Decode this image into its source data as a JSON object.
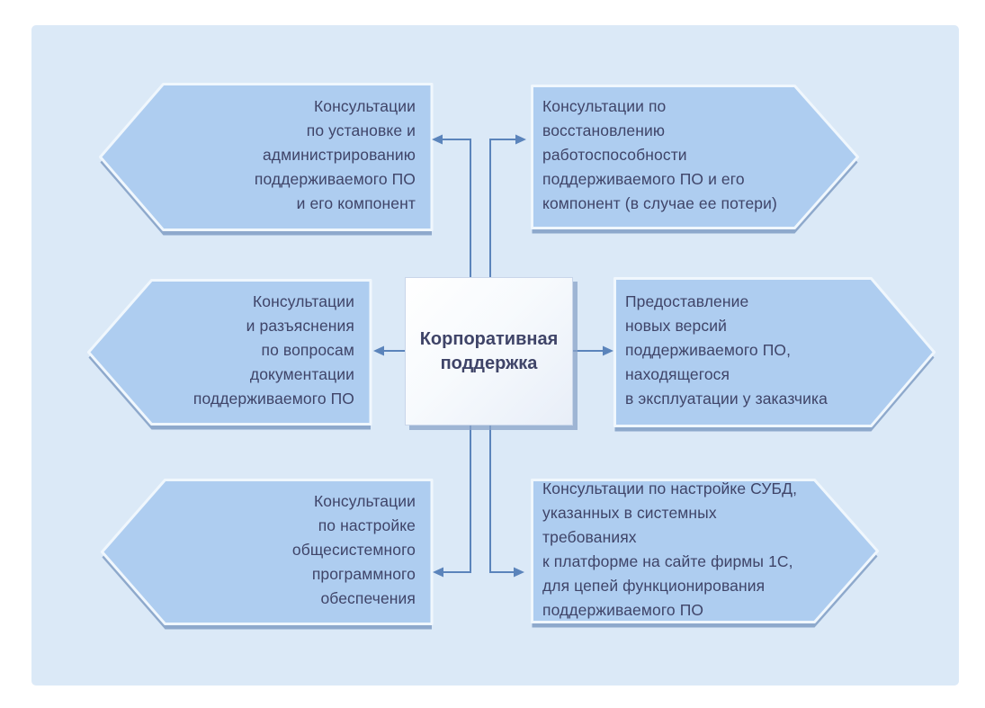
{
  "diagram": {
    "title_node": {
      "label": "Корпоративная\nподдержка"
    },
    "nodes": {
      "top_left": {
        "label": "Консультации\nпо установке и\nадминистрированию\nподдерживаемого ПО\nи его компонент"
      },
      "mid_left": {
        "label": "Консультации\nи разъяснения\nпо вопросам\nдокументации\nподдерживаемого ПО"
      },
      "bottom_left": {
        "label": "Консультации\nпо настройке\nобщесистемного\nпрограммного\nобеспечения"
      },
      "top_right": {
        "label": "Консультации по\nвосстановлению\nработоспособности\nподдерживаемого ПО и его\nкомпонент (в случае ее потери)"
      },
      "mid_right": {
        "label": "Предоставление\nновых версий\nподдерживаемого ПО,\nнаходящегося\nв эксплуатации у заказчика"
      },
      "bottom_right": {
        "label": "Консультации по настройке СУБД,\nуказанных в системных требованиях\nк платформе на сайте фирмы 1С,\nдля цепей функционирования\nподдерживаемого ПО"
      }
    },
    "colors": {
      "panel_background": "#dbe9f7",
      "node_fill": "#aecdf0",
      "node_highlight_edge": "#f0f7fd",
      "node_shadow_edge": "#8ea9cc",
      "connector": "#5b84bb",
      "text": "#3f4468",
      "center_box_shadow": "#8aa3c8"
    }
  }
}
